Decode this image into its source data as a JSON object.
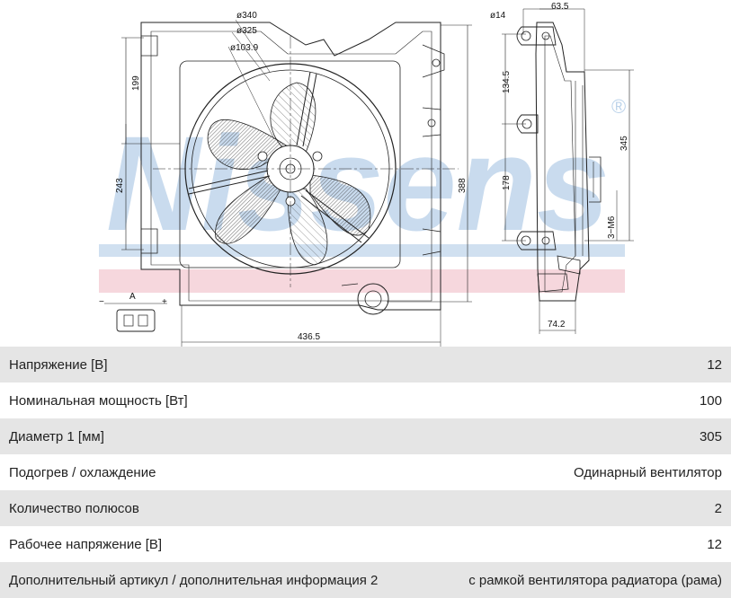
{
  "watermark": {
    "brand_text": "Nissens",
    "registered_mark": "®",
    "colors": {
      "blue": "#bcd3ea",
      "red": "#f3c9d1"
    }
  },
  "drawing": {
    "front_view": {
      "dim_d340": "ø340",
      "dim_d325": "ø325",
      "dim_d103_9": "ø103.9",
      "dim_199": "199",
      "dim_243": "243",
      "dim_388": "388",
      "dim_436_5": "436.5"
    },
    "side_view": {
      "dim_d14": "ø14",
      "dim_63_5": "63.5",
      "dim_134_5": "134.5",
      "dim_178": "178",
      "dim_345": "345",
      "dim_3m6": "3−M6",
      "dim_74_2": "74.2"
    },
    "connector": {
      "minus": "−",
      "letter": "A",
      "plus": "+"
    }
  },
  "specs": [
    {
      "label": "Напряжение [В]",
      "value": "12"
    },
    {
      "label": "Номинальная мощность [Вт]",
      "value": "100"
    },
    {
      "label": "Диаметр 1 [мм]",
      "value": "305"
    },
    {
      "label": "Подогрев / охлаждение",
      "value": "Одинарный вентилятор"
    },
    {
      "label": "Количество полюсов",
      "value": "2"
    },
    {
      "label": "Рабочее напряжение [В]",
      "value": "12"
    },
    {
      "label": "Дополнительный артикул / дополнительная информация 2",
      "value": "с рамкой вентилятора радиатора (рама)"
    }
  ]
}
